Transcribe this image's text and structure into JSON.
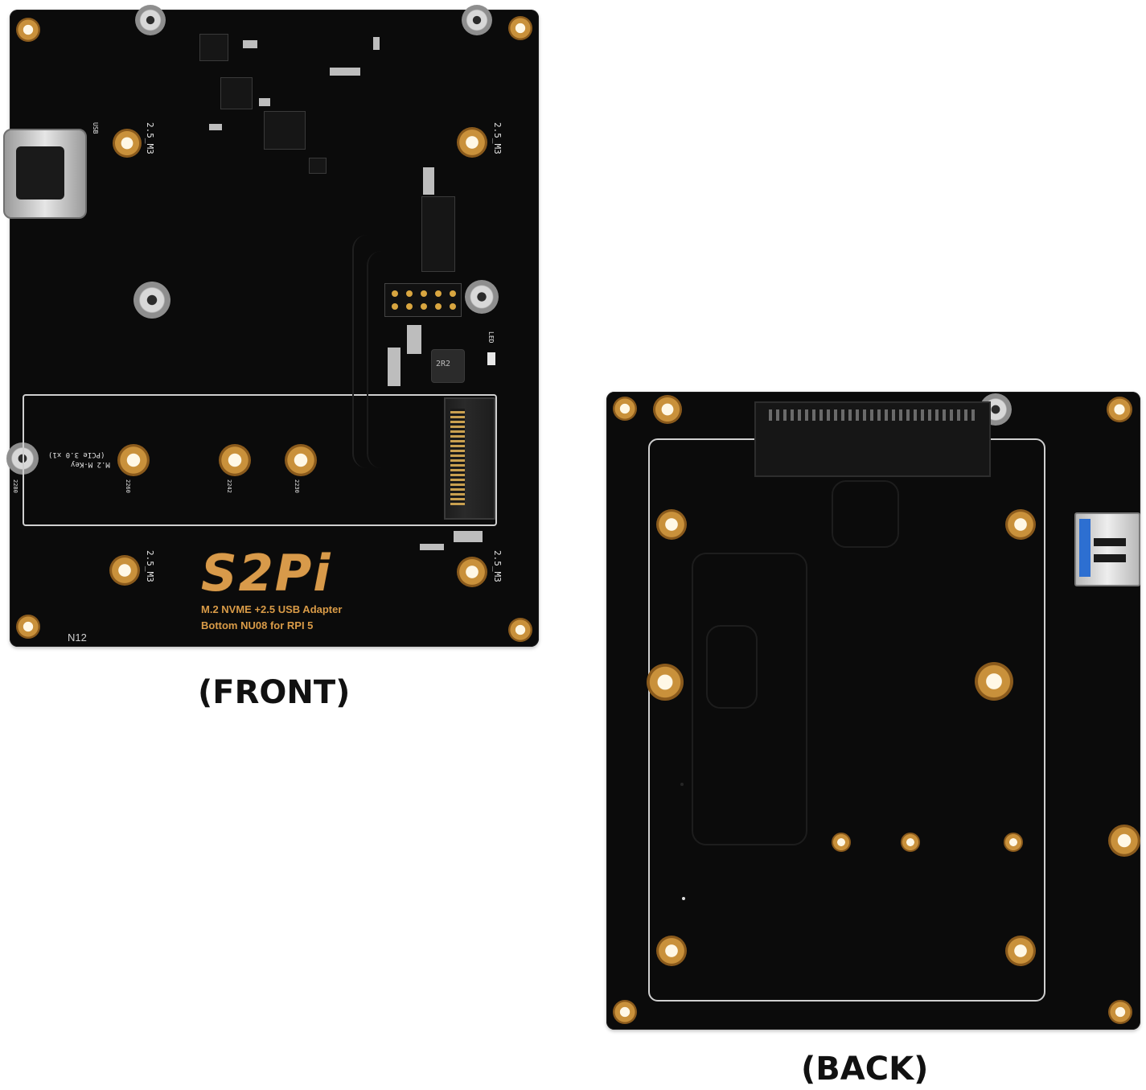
{
  "front": {
    "logo": "S2Pi",
    "subtitle_line1": "M.2 NVME +2.5 USB Adapter",
    "subtitle_line2": "Bottom NU08 for RPI 5",
    "board_id": "N12",
    "mount_labels": [
      "2.5_M3",
      "2.5_M3",
      "2.5_M3",
      "2.5_M3"
    ],
    "m2_label_line1": "M.2 M-Key",
    "m2_label_line2": "(PCIe 3.0 x1)",
    "m2_sizes": [
      "2280",
      "2260",
      "2242",
      "2230"
    ],
    "usb_label": "USB",
    "inductor_label": "2R2",
    "led_label": "LED",
    "caption": "(FRONT)"
  },
  "back": {
    "caption": "(BACK)"
  },
  "colors": {
    "pcb": "#0b0b0b",
    "gold": "#c9913b",
    "silkscreen": "#e7e7e7",
    "logo": "#d89a4a",
    "usb_blue": "#2d6fd1"
  }
}
